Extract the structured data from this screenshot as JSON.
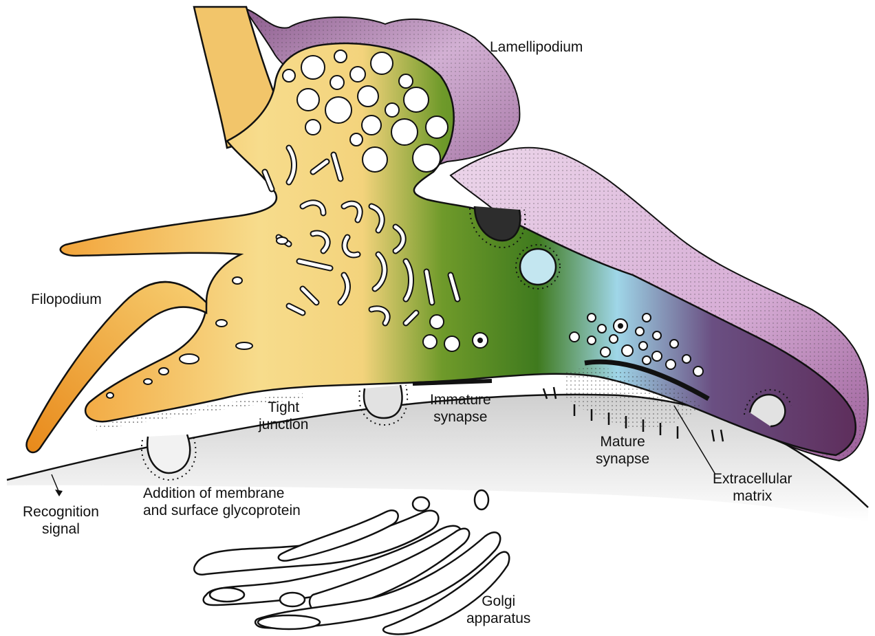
{
  "labels": {
    "lamellipodium": "Lamellipodium",
    "filopodium": "Filopodium",
    "tight_junction": [
      "Tight",
      "junction"
    ],
    "immature_synapse": [
      "Immature",
      "synapse"
    ],
    "mature_synapse": [
      "Mature",
      "synapse"
    ],
    "extracellular_matrix": [
      "Extracellular",
      "matrix"
    ],
    "addition_of_membrane": [
      "Addition of membrane",
      "and surface glycoprotein"
    ],
    "recognition_signal": [
      "Recognition",
      "signal"
    ],
    "golgi_apparatus": [
      "Golgi",
      "apparatus"
    ]
  },
  "colors": {
    "orange": "#e8961e",
    "yellow": "#f5d37a",
    "green": "#3f7a1e",
    "light_blue": "#9fd6e8",
    "purple": "#5e2e5c",
    "lamellipodium_pink": "#e7c7e4",
    "lamellipodium_purple": "#8a5a8a",
    "target_cell_gray": "#e2e2e2",
    "outline": "#111111"
  }
}
